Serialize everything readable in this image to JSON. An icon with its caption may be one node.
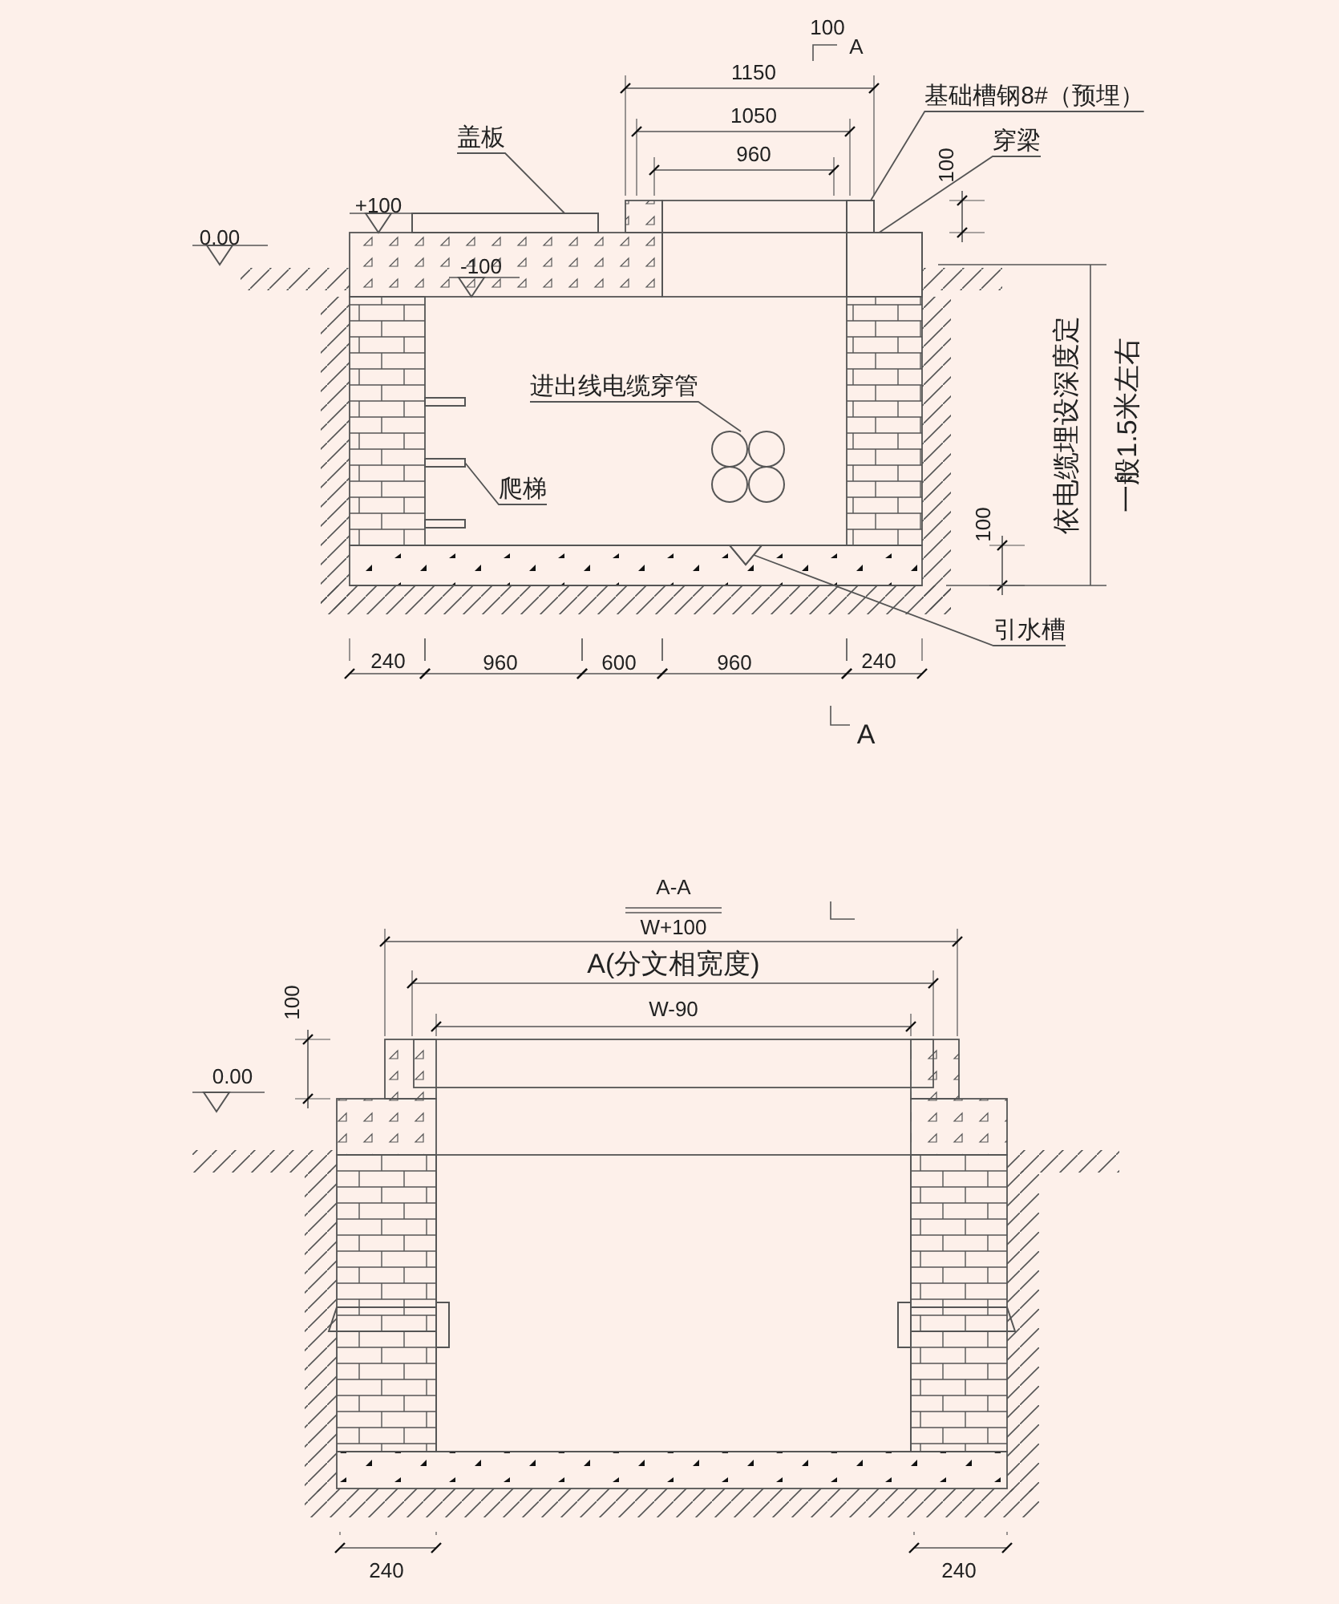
{
  "diagram": {
    "nodes": [
      {
        "text": [
          "盖板"
        ]
      },
      {
        "text": [],
        "shape": "box"
      },
      {
        "text": [
          "基础槽钢8#（预埋）"
        ]
      },
      {
        "text": [],
        "shape": "bar"
      },
      {
        "text": [
          "穿梁"
        ]
      },
      {
        "text": [],
        "shape": "box"
      },
      {
        "text": [
          "进出线电缆穿管"
        ]
      },
      {
        "text": [],
        "shape": "circle"
      },
      {
        "text": [
          "爬梯"
        ]
      },
      {
        "text": [],
        "shape": "bar"
      },
      {
        "text": [
          "引水槽"
        ]
      },
      {
        "text": [],
        "shape": "triangle"
      }
    ],
    "edges": [
      {
        "from": 0,
        "to": 1,
        "arrow": "none"
      },
      {
        "from": 2,
        "to": 3,
        "arrow": "none"
      },
      {
        "from": 4,
        "to": 5,
        "arrow": "none"
      },
      {
        "from": 6,
        "to": 7,
        "arrow": "none"
      },
      {
        "from": 8,
        "to": 9,
        "arrow": "none"
      },
      {
        "from": 10,
        "to": 11,
        "arrow": "none"
      }
    ],
    "labels": [
      "100",
      "A",
      "1150",
      "1050",
      "960",
      "100",
      "+100",
      "0.00",
      "-100",
      "依电缆埋设深度定",
      "一般1.5米左右",
      "100",
      "240",
      "960",
      "600",
      "960",
      "240",
      "A",
      "A-A",
      "W+100",
      "A(分文相宽度)",
      "W-90",
      "100",
      "0.00",
      "240",
      "240"
    ]
  }
}
